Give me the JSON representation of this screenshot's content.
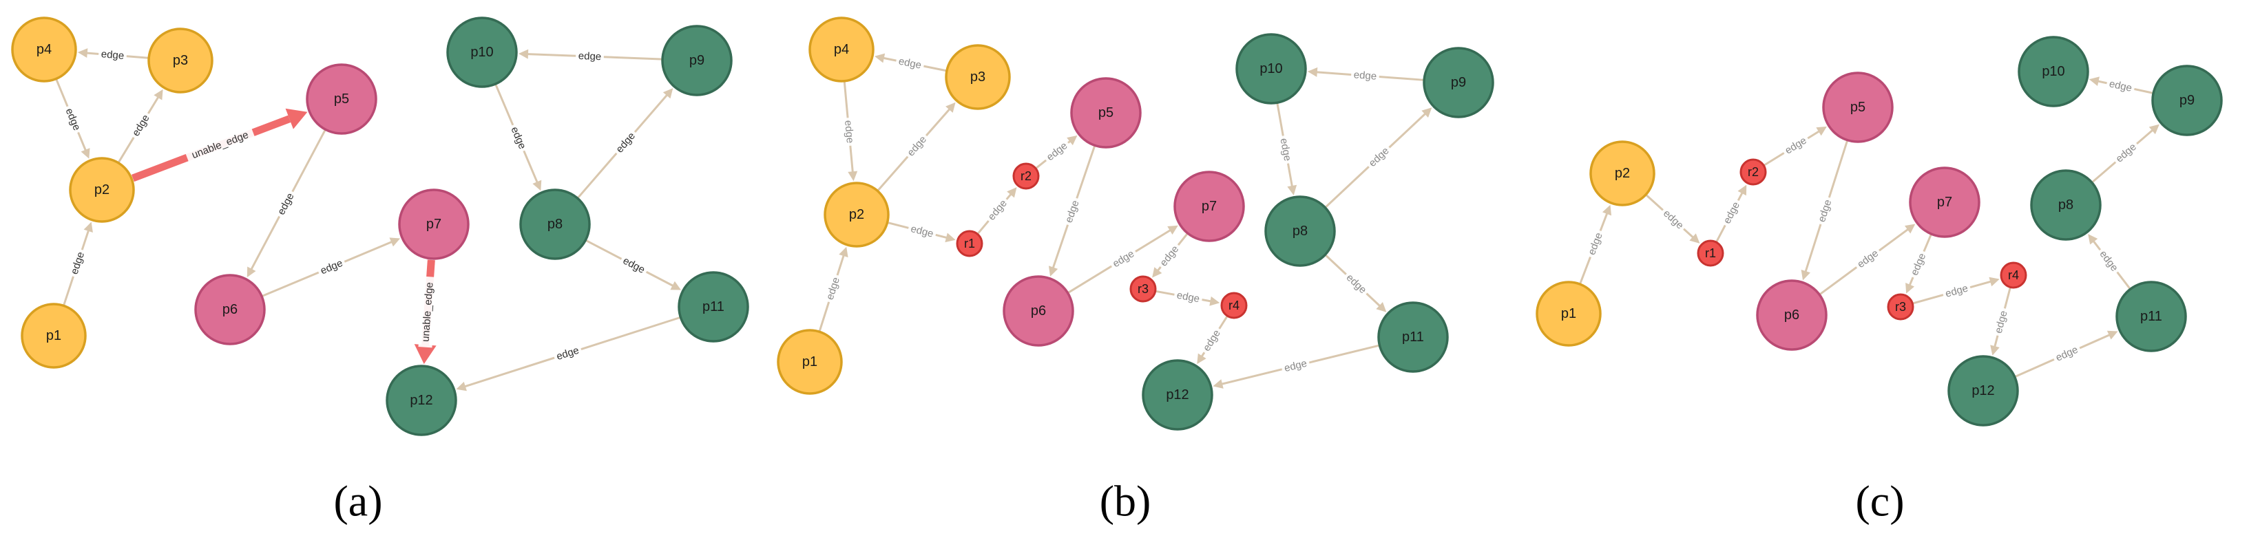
{
  "colors": {
    "yellow_fill": "#FFC453",
    "yellow_stroke": "#D9A020",
    "pink_fill": "#DC6E94",
    "pink_stroke": "#B94A73",
    "green_fill": "#4C8D71",
    "green_stroke": "#356B54",
    "relay_fill": "#F0524F",
    "relay_stroke": "#C83330",
    "edge": "#D9C7AE",
    "unable_edge": "#F06B6B"
  },
  "panels": [
    {
      "id": "a",
      "label": "(a)",
      "nodes": [
        {
          "id": "p1",
          "label": "p1",
          "group": "yellow"
        },
        {
          "id": "p2",
          "label": "p2",
          "group": "yellow"
        },
        {
          "id": "p3",
          "label": "p3",
          "group": "yellow"
        },
        {
          "id": "p4",
          "label": "p4",
          "group": "yellow"
        },
        {
          "id": "p5",
          "label": "p5",
          "group": "pink"
        },
        {
          "id": "p6",
          "label": "p6",
          "group": "pink"
        },
        {
          "id": "p7",
          "label": "p7",
          "group": "pink"
        },
        {
          "id": "p8",
          "label": "p8",
          "group": "green"
        },
        {
          "id": "p9",
          "label": "p9",
          "group": "green"
        },
        {
          "id": "p10",
          "label": "p10",
          "group": "green"
        },
        {
          "id": "p11",
          "label": "p11",
          "group": "green"
        },
        {
          "id": "p12",
          "label": "p12",
          "group": "green"
        }
      ],
      "edges": [
        {
          "from": "p1",
          "to": "p2",
          "label": "edge"
        },
        {
          "from": "p2",
          "to": "p3",
          "label": "edge"
        },
        {
          "from": "p3",
          "to": "p4",
          "label": "edge"
        },
        {
          "from": "p4",
          "to": "p2",
          "label": "edge"
        },
        {
          "from": "p2",
          "to": "p5",
          "label": "unable_edge",
          "kind": "unable"
        },
        {
          "from": "p5",
          "to": "p6",
          "label": "edge"
        },
        {
          "from": "p6",
          "to": "p7",
          "label": "edge"
        },
        {
          "from": "p7",
          "to": "p12",
          "label": "unable_edge",
          "kind": "unable"
        },
        {
          "from": "p8",
          "to": "p9",
          "label": "edge"
        },
        {
          "from": "p9",
          "to": "p10",
          "label": "edge"
        },
        {
          "from": "p10",
          "to": "p8",
          "label": "edge"
        },
        {
          "from": "p8",
          "to": "p11",
          "label": "edge"
        },
        {
          "from": "p11",
          "to": "p12",
          "label": "edge"
        }
      ]
    },
    {
      "id": "b",
      "label": "(b)",
      "nodes": [
        {
          "id": "p1",
          "label": "p1",
          "group": "yellow"
        },
        {
          "id": "p2",
          "label": "p2",
          "group": "yellow"
        },
        {
          "id": "p3",
          "label": "p3",
          "group": "yellow"
        },
        {
          "id": "p4",
          "label": "p4",
          "group": "yellow"
        },
        {
          "id": "p5",
          "label": "p5",
          "group": "pink"
        },
        {
          "id": "p6",
          "label": "p6",
          "group": "pink"
        },
        {
          "id": "p7",
          "label": "p7",
          "group": "pink"
        },
        {
          "id": "p8",
          "label": "p8",
          "group": "green"
        },
        {
          "id": "p9",
          "label": "p9",
          "group": "green"
        },
        {
          "id": "p10",
          "label": "p10",
          "group": "green"
        },
        {
          "id": "p11",
          "label": "p11",
          "group": "green"
        },
        {
          "id": "p12",
          "label": "p12",
          "group": "green"
        },
        {
          "id": "r1",
          "label": "r1",
          "group": "relay"
        },
        {
          "id": "r2",
          "label": "r2",
          "group": "relay"
        },
        {
          "id": "r3",
          "label": "r3",
          "group": "relay"
        },
        {
          "id": "r4",
          "label": "r4",
          "group": "relay"
        }
      ],
      "edges": [
        {
          "from": "p1",
          "to": "p2",
          "label": "edge"
        },
        {
          "from": "p2",
          "to": "p3",
          "label": "edge"
        },
        {
          "from": "p3",
          "to": "p4",
          "label": "edge"
        },
        {
          "from": "p4",
          "to": "p2",
          "label": "edge"
        },
        {
          "from": "p2",
          "to": "r1",
          "label": "edge"
        },
        {
          "from": "r1",
          "to": "r2",
          "label": "edge"
        },
        {
          "from": "r2",
          "to": "p5",
          "label": "edge"
        },
        {
          "from": "p5",
          "to": "p6",
          "label": "edge"
        },
        {
          "from": "p6",
          "to": "p7",
          "label": "edge"
        },
        {
          "from": "p7",
          "to": "r3",
          "label": "edge"
        },
        {
          "from": "r3",
          "to": "r4",
          "label": "edge"
        },
        {
          "from": "r4",
          "to": "p12",
          "label": "edge"
        },
        {
          "from": "p8",
          "to": "p9",
          "label": "edge"
        },
        {
          "from": "p9",
          "to": "p10",
          "label": "edge"
        },
        {
          "from": "p10",
          "to": "p8",
          "label": "edge"
        },
        {
          "from": "p8",
          "to": "p11",
          "label": "edge"
        },
        {
          "from": "p11",
          "to": "p12",
          "label": "edge"
        }
      ]
    },
    {
      "id": "c",
      "label": "(c)",
      "nodes": [
        {
          "id": "p1",
          "label": "p1",
          "group": "yellow"
        },
        {
          "id": "p2",
          "label": "p2",
          "group": "yellow"
        },
        {
          "id": "p5",
          "label": "p5",
          "group": "pink"
        },
        {
          "id": "p6",
          "label": "p6",
          "group": "pink"
        },
        {
          "id": "p7",
          "label": "p7",
          "group": "pink"
        },
        {
          "id": "p8",
          "label": "p8",
          "group": "green"
        },
        {
          "id": "p9",
          "label": "p9",
          "group": "green"
        },
        {
          "id": "p10",
          "label": "p10",
          "group": "green"
        },
        {
          "id": "p11",
          "label": "p11",
          "group": "green"
        },
        {
          "id": "p12",
          "label": "p12",
          "group": "green"
        },
        {
          "id": "r1",
          "label": "r1",
          "group": "relay"
        },
        {
          "id": "r2",
          "label": "r2",
          "group": "relay"
        },
        {
          "id": "r3",
          "label": "r3",
          "group": "relay"
        },
        {
          "id": "r4",
          "label": "r4",
          "group": "relay"
        }
      ],
      "edges": [
        {
          "from": "p1",
          "to": "p2",
          "label": "edge"
        },
        {
          "from": "p2",
          "to": "r1",
          "label": "edge"
        },
        {
          "from": "r1",
          "to": "r2",
          "label": "edge"
        },
        {
          "from": "r2",
          "to": "p5",
          "label": "edge"
        },
        {
          "from": "p5",
          "to": "p6",
          "label": "edge"
        },
        {
          "from": "p6",
          "to": "p7",
          "label": "edge"
        },
        {
          "from": "p7",
          "to": "r3",
          "label": "edge"
        },
        {
          "from": "r3",
          "to": "r4",
          "label": "edge"
        },
        {
          "from": "r4",
          "to": "p12",
          "label": "edge"
        },
        {
          "from": "p12",
          "to": "p11",
          "label": "edge"
        },
        {
          "from": "p11",
          "to": "p8",
          "label": "edge"
        },
        {
          "from": "p8",
          "to": "p9",
          "label": "edge"
        },
        {
          "from": "p9",
          "to": "p10",
          "label": "edge"
        }
      ]
    }
  ]
}
